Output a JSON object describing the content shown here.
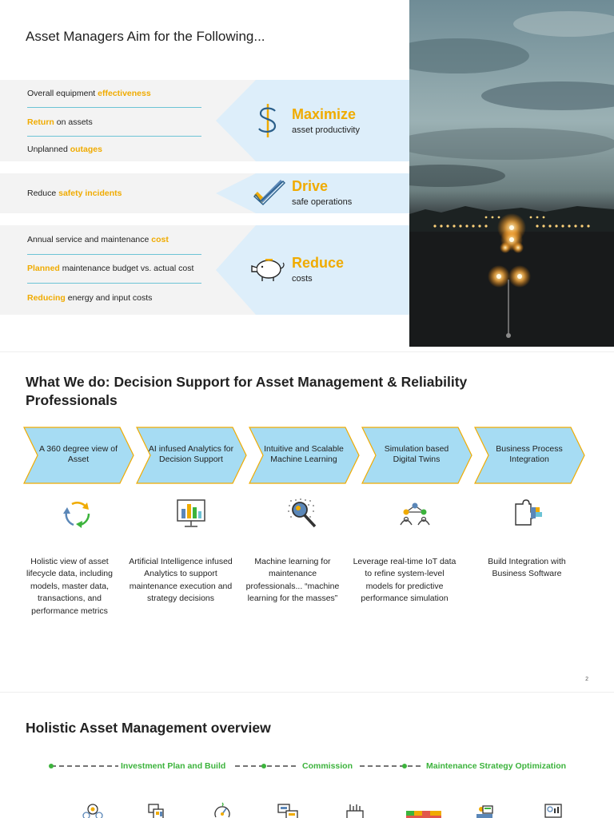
{
  "slide1": {
    "title": "Asset Managers Aim for the Following...",
    "groups": [
      {
        "items": [
          {
            "pre": "Overall equipment ",
            "hl": "effectiveness",
            "post": ""
          },
          {
            "pre": "",
            "hl": "Return",
            "post": " on assets"
          },
          {
            "pre": "Unplanned ",
            "hl": "outages",
            "post": ""
          }
        ],
        "goal_title": "Maximize",
        "goal_sub": "asset productivity",
        "icon": "dollar-icon"
      },
      {
        "items": [
          {
            "pre": "Reduce ",
            "hl": "safety incidents",
            "post": ""
          }
        ],
        "goal_title": "Drive",
        "goal_sub": "safe operations",
        "icon": "checkmark-icon"
      },
      {
        "items": [
          {
            "pre": "Annual service and maintenance ",
            "hl": "cost",
            "post": ""
          },
          {
            "pre": "",
            "hl": "Planned",
            "post": " maintenance budget vs. actual cost"
          },
          {
            "pre": "",
            "hl": "Reducing",
            "post": " energy and input costs"
          }
        ],
        "goal_title": "Reduce",
        "goal_sub": "costs",
        "icon": "piggy-bank-icon"
      }
    ],
    "photo": "runway-lights-photo",
    "colors": {
      "highlight": "#f0ab00",
      "band": "#f3f3f3",
      "chevron": "#ddeefa",
      "separator": "#6cc3d5"
    }
  },
  "slide2": {
    "title": "What We do: Decision Support for Asset Management & Reliability Professionals",
    "steps": [
      {
        "label": "A 360 degree view of Asset",
        "icon": "recycle-icon",
        "desc": "Holistic view of asset lifecycle data, including models, master data, transactions, and performance metrics"
      },
      {
        "label": "AI infused Analytics for Decision Support",
        "icon": "analytics-monitor-icon",
        "desc": "Artificial Intelligence infused Analytics to support maintenance execution and strategy decisions"
      },
      {
        "label": "Intuitive and Scalable Machine Learning",
        "icon": "magnifier-icon",
        "desc": "Machine learning for maintenance professionals... “machine learning for the masses”"
      },
      {
        "label": "Simulation based Digital Twins",
        "icon": "network-people-icon",
        "desc": "Leverage real-time IoT data to refine system-level models for predictive performance simulation"
      },
      {
        "label": "Business Process Integration",
        "icon": "puzzle-icon",
        "desc": "Build Integration with Business Software"
      }
    ],
    "page_number": "2",
    "colors": {
      "chevron_fill": "#a6dcf3",
      "chevron_stroke": "#f0ab00"
    }
  },
  "slide3": {
    "title": "Holistic Asset Management overview",
    "phases": [
      "Investment Plan and Build",
      "Commission",
      "Maintenance Strategy Optimization"
    ],
    "icons": [
      "lightbulb-icon",
      "building-blocks-icon",
      "gauge-icon",
      "data-transfer-icon",
      "factory-icon",
      "heatmap-icon",
      "worker-laptop-icon",
      "dashboard-icon"
    ],
    "colors": {
      "timeline": "#3cb33c"
    }
  }
}
